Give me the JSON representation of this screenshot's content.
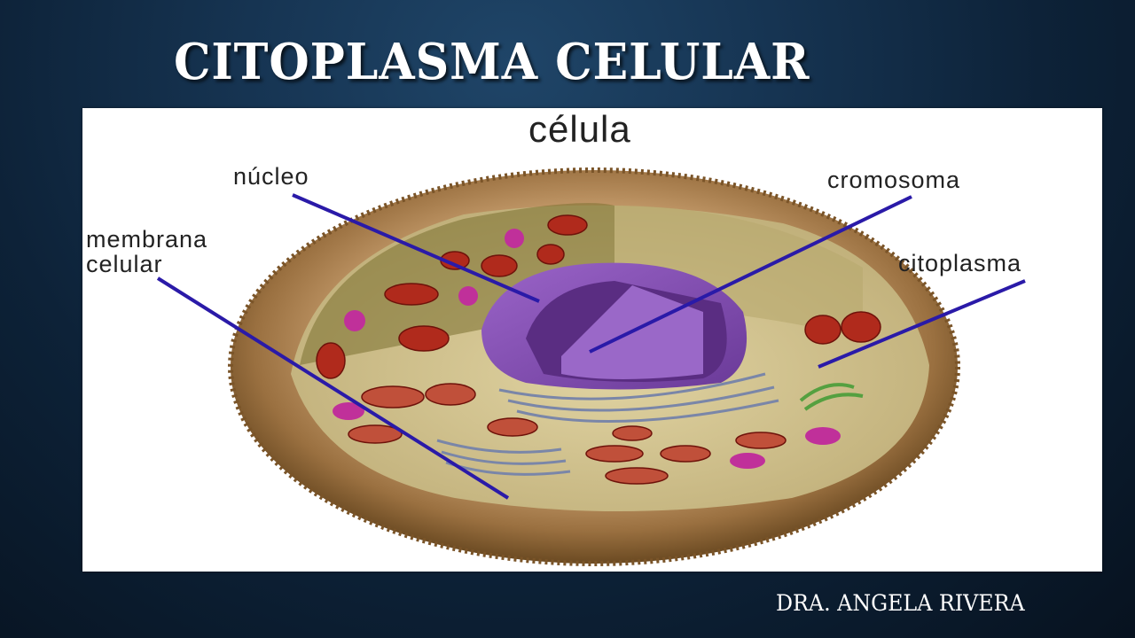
{
  "slide": {
    "title": "CITOPLASMA CELULAR",
    "author": "DRA. ANGELA RIVERA"
  },
  "diagram": {
    "heading": "célula",
    "labels": {
      "nucleus": "núcleo",
      "membrane_line1": "membrana",
      "membrane_line2": "celular",
      "chromosome": "cromosoma",
      "cytoplasm": "citoplasma"
    },
    "colors": {
      "leader_line": "#2a1aa8",
      "nucleus": "#8a4fb8",
      "membrane": "#9a7040",
      "cytoplasm": "#cdbb86",
      "mitochondria": "#b02a1c",
      "lysosome": "#c0309a",
      "golgi": "#55a040",
      "er": "#7a86a8"
    }
  }
}
